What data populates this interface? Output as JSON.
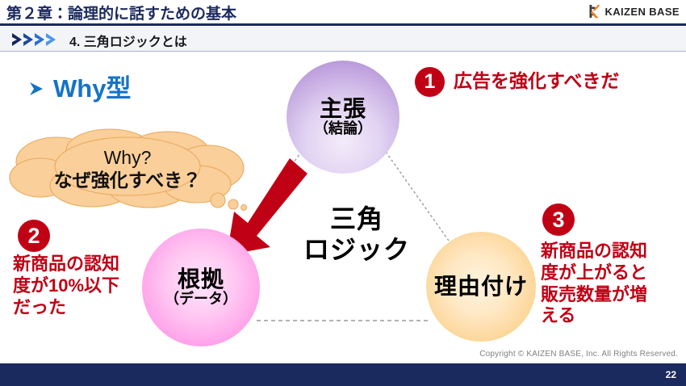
{
  "header": {
    "chapter_title": "第２章：論理的に話すための基本",
    "logo_text": "KAIZEN BASE",
    "logo_icon": "kaizen-k-mark"
  },
  "subheader": {
    "section_title": "4. 三角ロジックとは",
    "chevron_icon": "triple-chevron-right-icon"
  },
  "content": {
    "why_heading": {
      "bullet_icon": "arrow-bullet-icon",
      "label": "Why型"
    },
    "thought_cloud": {
      "line1": "Why?",
      "line2": "なぜ強化すべき？",
      "fill_color": "#fbcf9a"
    },
    "center_label": "三角\nロジック",
    "circles": [
      {
        "id": "claim",
        "title": "主張",
        "subtitle": "（結論）",
        "color": "#c3a8e0"
      },
      {
        "id": "ground",
        "title": "根拠",
        "subtitle": "（データ）",
        "color": "#ffa3ea"
      },
      {
        "id": "reason",
        "title": "理由付け",
        "subtitle": "",
        "color": "#fcd494"
      }
    ],
    "annotations": [
      {
        "number": "1",
        "text": "広告を強化すべきだ",
        "lines": [
          "広告を強化すべきだ"
        ]
      },
      {
        "number": "2",
        "text": "新商品の認知度が10%以下だった",
        "lines": [
          "新商品の認知",
          "度が10%以下",
          "だった"
        ]
      },
      {
        "number": "3",
        "text": "新商品の認知度が上がると販売数量が増える",
        "lines": [
          "新商品の認知",
          "度が上がると",
          "販売数量が増",
          "える"
        ]
      }
    ],
    "accent_color": "#c00014",
    "arrow_icon": "red-down-left-arrow-icon"
  },
  "footer": {
    "copyright": "Copyright ©  KAIZEN BASE, Inc.  All Rights Reserved.",
    "page_number": "22",
    "bar_color": "#1b2a5e"
  }
}
